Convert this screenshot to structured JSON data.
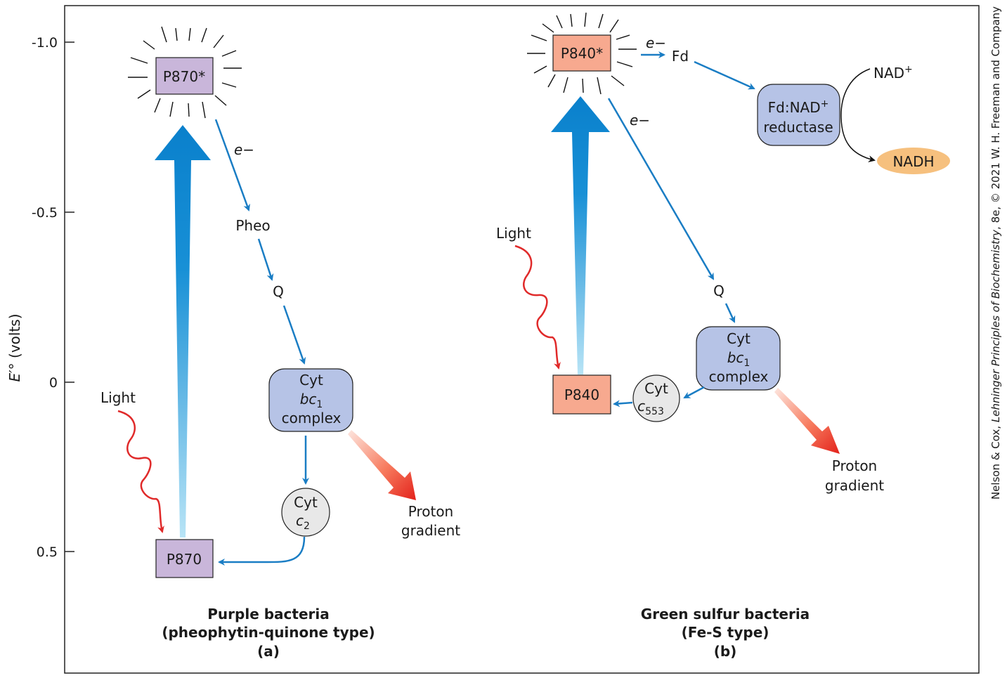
{
  "y_axis": {
    "label_main": "E′°",
    "label_unit": " (volts)",
    "ticks": [
      "-1.0",
      "-0.5",
      "0",
      "0.5"
    ]
  },
  "panel_a": {
    "p870_star": "P870*",
    "p870": "P870",
    "electron": "e−",
    "pheo": "Pheo",
    "q": "Q",
    "cyt_bc1": {
      "line1": "Cyt",
      "line2_main": "bc",
      "line2_sub": "1",
      "line3": "complex"
    },
    "cyt_c2": {
      "line1": "Cyt",
      "line2_main": "c",
      "line2_sub": "2"
    },
    "light": "Light",
    "proton": {
      "line1": "Proton",
      "line2": "gradient"
    },
    "caption": {
      "line1": "Purple bacteria",
      "line2": "(pheophytin-quinone type)",
      "line3": "(a)"
    }
  },
  "panel_b": {
    "p840_star": "P840*",
    "p840": "P840",
    "electron_fd": "e−",
    "electron_q": "e−",
    "fd": "Fd",
    "reductase": {
      "line1": "Fd:NAD",
      "line1_sup": "+",
      "line2": "reductase"
    },
    "nad_plus": {
      "main": "NAD",
      "sup": "+"
    },
    "nadh": "NADH",
    "q": "Q",
    "cyt_bc1": {
      "line1": "Cyt",
      "line2_main": "bc",
      "line2_sub": "1",
      "line3": "complex"
    },
    "cyt_c553": {
      "line1": "Cyt",
      "line2_main": "c",
      "line2_sub": "553"
    },
    "light": "Light",
    "proton": {
      "line1": "Proton",
      "line2": "gradient"
    },
    "caption": {
      "line1": "Green sulfur bacteria",
      "line2": "(Fe-S type)",
      "line3": "(b)"
    }
  },
  "credit": {
    "part1": "Nelson & Cox, ",
    "book": "Lehninger Principles of Biochemistry",
    "part2": ", 8e, © 2021 W. H. Freeman and Company"
  },
  "colors": {
    "purple_box": "#c9b6da",
    "salmon_box": "#f7a98f",
    "blue_complex": "#b6c3e6",
    "gray_circle": "#e8e8e8",
    "nadh_oval": "#f6c07e",
    "arrow_blue": "#1a7dc4",
    "light_red": "#e02a2a"
  }
}
